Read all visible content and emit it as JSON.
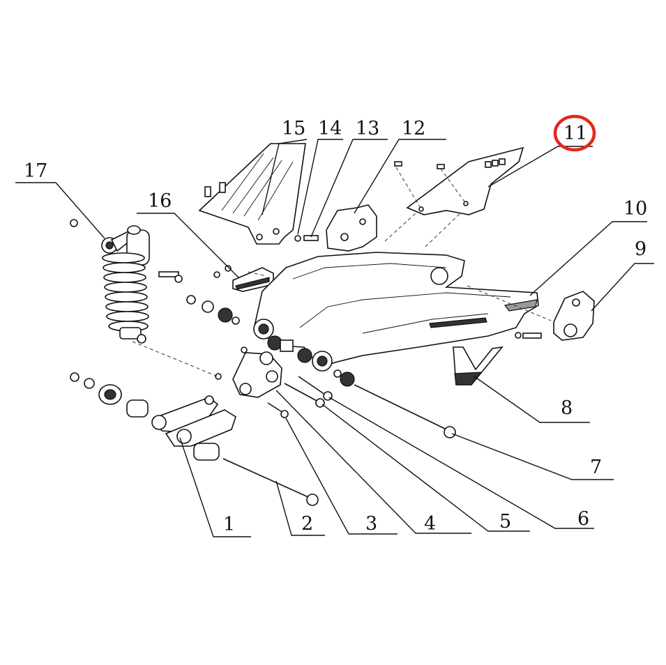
{
  "callouts": [
    {
      "id": "1",
      "label": "1"
    },
    {
      "id": "2",
      "label": "2"
    },
    {
      "id": "3",
      "label": "3"
    },
    {
      "id": "4",
      "label": "4"
    },
    {
      "id": "5",
      "label": "5"
    },
    {
      "id": "6",
      "label": "6"
    },
    {
      "id": "7",
      "label": "7"
    },
    {
      "id": "8",
      "label": "8"
    },
    {
      "id": "9",
      "label": "9"
    },
    {
      "id": "10",
      "label": "10"
    },
    {
      "id": "11",
      "label": "11",
      "highlighted": true
    },
    {
      "id": "12",
      "label": "12"
    },
    {
      "id": "13",
      "label": "13"
    },
    {
      "id": "14",
      "label": "14"
    },
    {
      "id": "15",
      "label": "15"
    },
    {
      "id": "16",
      "label": "16"
    },
    {
      "id": "17",
      "label": "17"
    }
  ],
  "highlight_color": "#e5261c",
  "line_color": "#111111"
}
